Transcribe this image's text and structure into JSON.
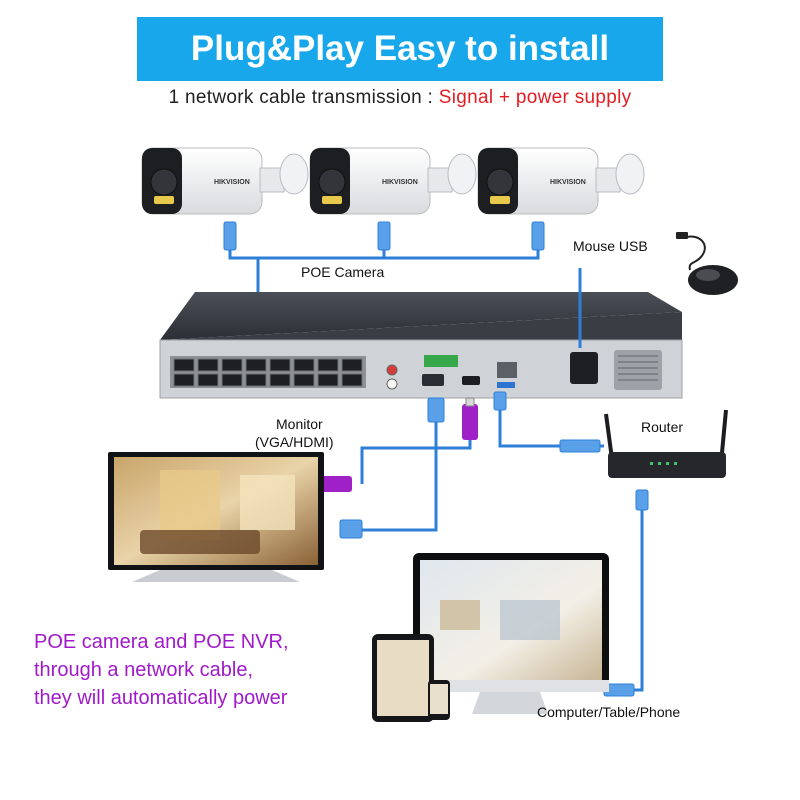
{
  "banner": {
    "title": "Plug&Play Easy to install",
    "color": "#17a7ea"
  },
  "subtitle": {
    "prefix": "1 network cable transmission :",
    "highlight": "Signal + power supply",
    "highlight_color": "#e41c23"
  },
  "cameras": {
    "brand": "HIKVISION",
    "count": 3,
    "label": "POE Camera"
  },
  "nvr": {
    "poe_port_count": 16
  },
  "labels": {
    "mouse": "Mouse USB",
    "monitor_line1": "Monitor",
    "monitor_line2": "(VGA/HDMI)",
    "router": "Router",
    "devices": "Computer/Table/Phone"
  },
  "poe_note": [
    "POE camera and POE NVR,",
    "through a network cable,",
    "they will automatically power"
  ],
  "colors": {
    "cable": "#2e7fd8",
    "usb_plug": "#a020c8",
    "note": "#a01ac9",
    "nvr_body": "#33363d"
  }
}
